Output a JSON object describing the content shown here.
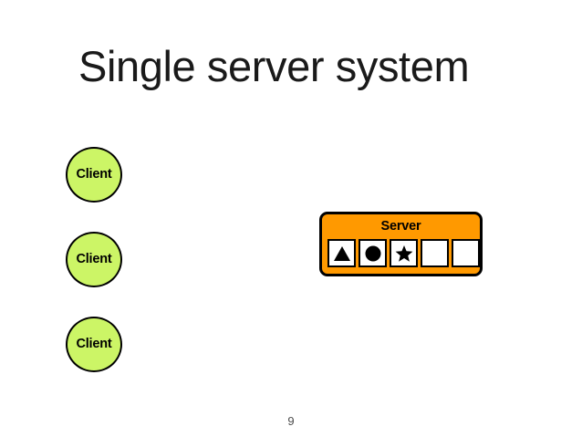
{
  "slide": {
    "title": "Single server system",
    "page_number": "9",
    "background_color": "#ffffff"
  },
  "clients": {
    "fill_color": "#ccf566",
    "border_color": "#000000",
    "items": [
      {
        "label": "Client"
      },
      {
        "label": "Client"
      },
      {
        "label": "Client"
      }
    ]
  },
  "server": {
    "label": "Server",
    "fill_color": "#ff9900",
    "border_color": "#000000",
    "queue": [
      {
        "shape": "triangle",
        "filled": true
      },
      {
        "shape": "circle",
        "filled": true
      },
      {
        "shape": "star",
        "filled": true
      },
      {
        "shape": "empty",
        "filled": false
      },
      {
        "shape": "empty",
        "filled": false
      }
    ]
  }
}
